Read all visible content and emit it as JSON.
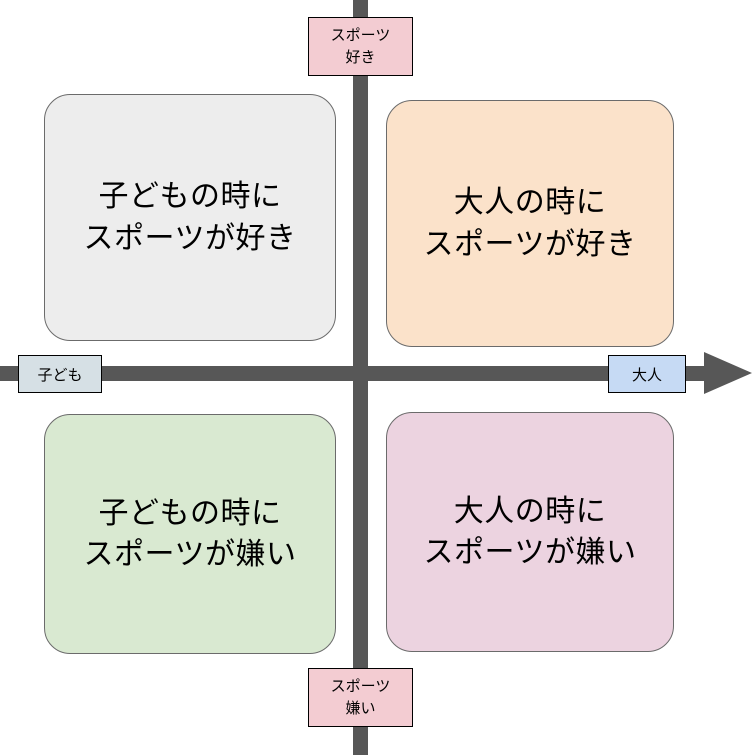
{
  "chart_data": {
    "type": "table",
    "title": "",
    "subtitle": "",
    "xlabel": "",
    "ylabel": "",
    "layout": "2x2-quadrant-matrix",
    "axes": {
      "horizontal": {
        "left_label": "子ども",
        "right_label": "大人",
        "has_arrow_right": true,
        "has_arrow_left": false
      },
      "vertical": {
        "top_label": "スポーツ\n好き",
        "bottom_label": "スポーツ\n嫌い",
        "has_arrow_top": false,
        "has_arrow_bottom": false
      }
    },
    "quadrants": [
      {
        "position": "top-left",
        "x": "子ども",
        "y": "スポーツ好き",
        "label": "子どもの時に\nスポーツが好き",
        "color": "#ededed"
      },
      {
        "position": "top-right",
        "x": "大人",
        "y": "スポーツ好き",
        "label": "大人の時に\nスポーツが好き",
        "color": "#fbe2ca"
      },
      {
        "position": "bottom-left",
        "x": "子ども",
        "y": "スポーツ嫌い",
        "label": "子どもの時に\nスポーツが嫌い",
        "color": "#d9e9d1"
      },
      {
        "position": "bottom-right",
        "x": "大人",
        "y": "スポーツ嫌い",
        "label": "大人の時に\nスポーツが嫌い",
        "color": "#ecd3e0"
      }
    ],
    "colors": {
      "axis": "#575757",
      "label_pink": "#f3ccd2",
      "label_blue_gray": "#d6e0e5",
      "label_blue": "#c6daf4",
      "border": "#6b6b6b",
      "text": "#000000",
      "background": "#ffffff"
    }
  }
}
